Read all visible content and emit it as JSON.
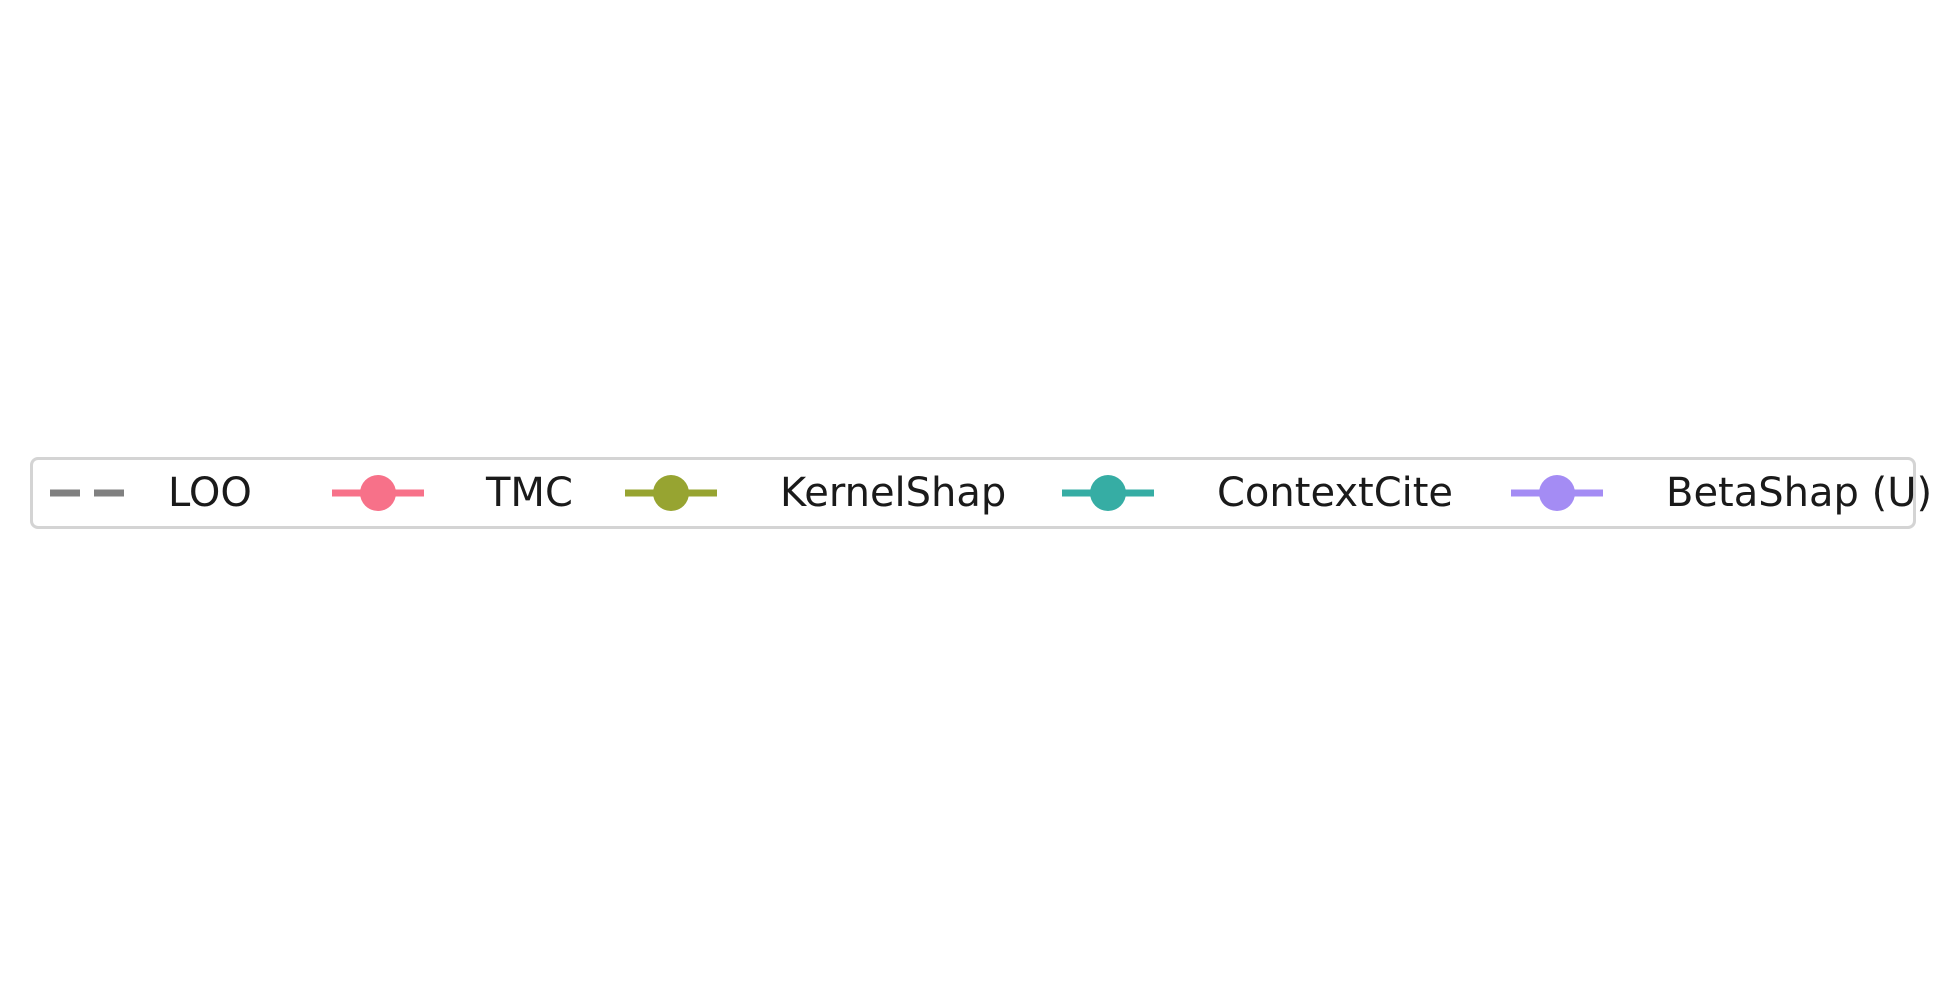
{
  "chart_data": {
    "type": "line",
    "legend": {
      "placement": "center",
      "border_color": "#d4d4d4",
      "entries": [
        {
          "label": "LOO",
          "color": "#808080",
          "style": "dashed",
          "marker": "none"
        },
        {
          "label": "TMC",
          "color": "#f77189",
          "style": "solid",
          "marker": "circle"
        },
        {
          "label": "KernelShap",
          "color": "#97a431",
          "style": "solid",
          "marker": "circle"
        },
        {
          "label": "ContextCite",
          "color": "#36ada4",
          "style": "solid",
          "marker": "circle"
        },
        {
          "label": "BetaShap (U)",
          "color": "#a48cf4",
          "style": "solid",
          "marker": "circle"
        }
      ]
    }
  }
}
